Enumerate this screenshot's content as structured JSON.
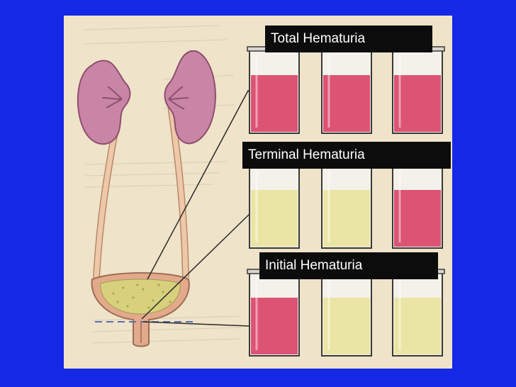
{
  "labels": {
    "total": "Total Hematuria",
    "terminal": "Terminal Hematuria",
    "initial": "Initial Hematuria"
  },
  "colors": {
    "page_background": "#1428e6",
    "panel_background": "#efe3c9",
    "kidney": "#c985a6",
    "ureter": "#efc7a9",
    "bladder_wall": "#e2a98b",
    "bladder_content": "#d7d17d",
    "blood_urine": "#dc5373",
    "clear_urine": "#ebe5a5",
    "label_background": "#0c0c0c",
    "label_text": "#ffffff"
  },
  "tube_rows": [
    {
      "name": "total",
      "tubes": [
        "blood",
        "blood",
        "blood"
      ]
    },
    {
      "name": "terminal",
      "tubes": [
        "clear",
        "clear",
        "blood"
      ]
    },
    {
      "name": "initial",
      "tubes": [
        "blood",
        "clear",
        "clear"
      ]
    }
  ]
}
